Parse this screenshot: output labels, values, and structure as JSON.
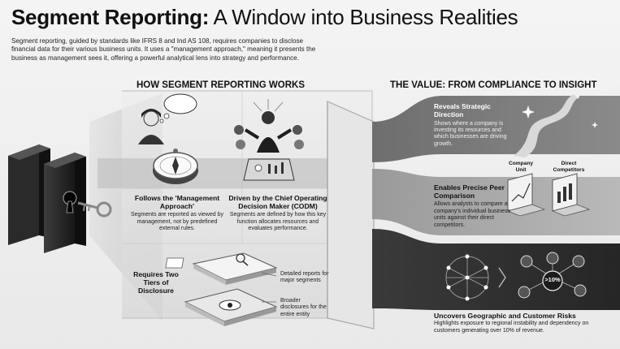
{
  "header": {
    "title_bold": "Segment Reporting:",
    "title_rest": " A Window into Business Realities",
    "intro": "Segment reporting, guided by standards like IFRS 8 and Ind AS 108, requires companies to disclose financial data for their various business units. It uses a \"management approach,\" meaning it presents the business as management sees it, offering a powerful analytical lens into strategy and performance."
  },
  "how": {
    "title": "HOW SEGMENT REPORTING WORKS",
    "approach": {
      "heading": "Follows the 'Management Approach'",
      "desc": "Segments are reported as viewed by management, not by predefined external rules."
    },
    "codm": {
      "heading": "Driven by the Chief Operating Decision Maker (CODM)",
      "desc": "Segments are defined by how this key function allocates resources and evaluates performance."
    },
    "tiers": {
      "heading": "Requires Two Tiers of Disclosure",
      "detail": "Detailed reports for major segments",
      "broad": "Broader disclosures for the entire entity"
    }
  },
  "value": {
    "title": "THE VALUE: FROM COMPLIANCE TO INSIGHT",
    "strategic": {
      "heading": "Reveals Strategic Direction",
      "desc": "Shows where a company is investing its resources and which businesses are driving growth."
    },
    "peer": {
      "heading": "Enables Precise Peer Comparison",
      "desc": "Allows analysts to compare a company's individual business units against their direct competitors.",
      "unit_label": "Company Unit",
      "competitors_label": "Direct Competitors"
    },
    "risks": {
      "heading": "Uncovers Geographic and Customer Risks",
      "desc": "Highlights exposure to regional instability and dependency on customers generating over 10% of revenue.",
      "badge": ">10%"
    }
  }
}
